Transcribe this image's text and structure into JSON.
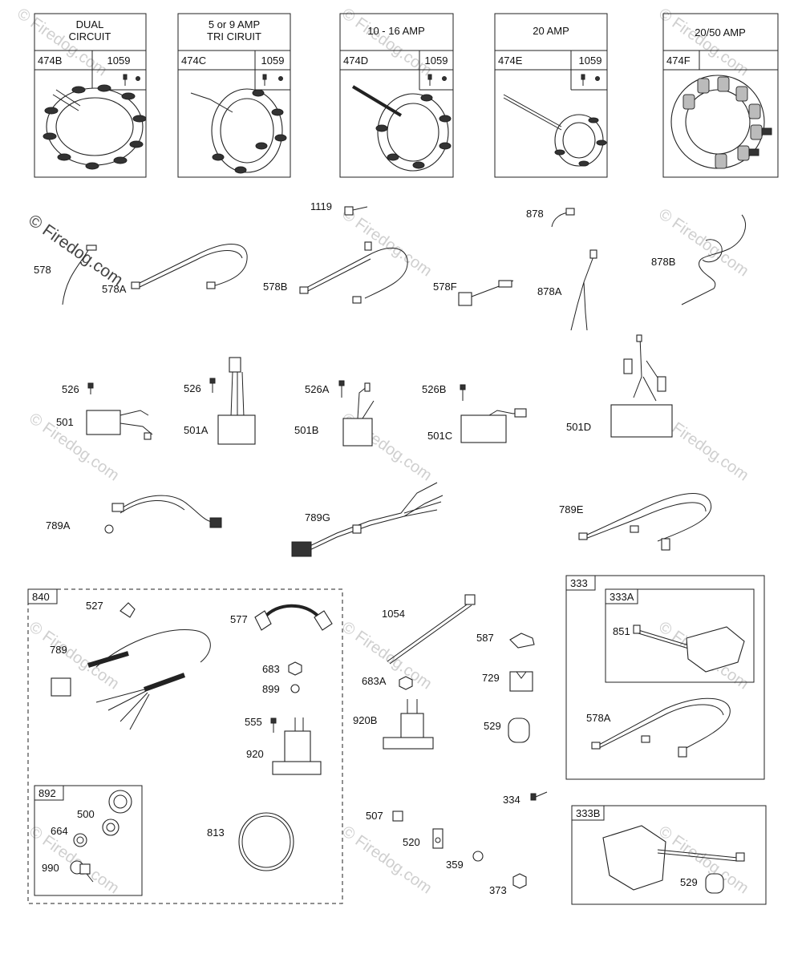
{
  "watermark": "© Firedog.com",
  "stator_boxes": [
    {
      "header": [
        "DUAL",
        "CIRCUIT"
      ],
      "part": "474B",
      "hw": "1059"
    },
    {
      "header": [
        "5 or 9 AMP",
        "TRI CIRUIT"
      ],
      "part": "474C",
      "hw": "1059"
    },
    {
      "header": [
        "10 - 16 AMP"
      ],
      "part": "474D",
      "hw": "1059"
    },
    {
      "header": [
        "20 AMP"
      ],
      "part": "474E",
      "hw": "1059"
    },
    {
      "header": [
        "20/50 AMP"
      ],
      "part": "474F",
      "hw": ""
    }
  ],
  "labels": {
    "p578": "578",
    "p578A_top": "578A",
    "p1119": "1119",
    "p578B": "578B",
    "p578F": "578F",
    "p878": "878",
    "p878A": "878A",
    "p878B": "878B",
    "p526a": "526",
    "p501": "501",
    "p526b": "526",
    "p501A": "501A",
    "p526A": "526A",
    "p501B": "501B",
    "p526B": "526B",
    "p501C": "501C",
    "p501D": "501D",
    "p789A": "789A",
    "p789G": "789G",
    "p789E": "789E",
    "p840": "840",
    "p527": "527",
    "p789": "789",
    "p577": "577",
    "p683": "683",
    "p899": "899",
    "p555": "555",
    "p920": "920",
    "p892": "892",
    "p500": "500",
    "p664": "664",
    "p990": "990",
    "p813": "813",
    "p1054": "1054",
    "p683A": "683A",
    "p920B": "920B",
    "p587": "587",
    "p729": "729",
    "p529": "529",
    "p334": "334",
    "p507": "507",
    "p520": "520",
    "p359": "359",
    "p373": "373",
    "p333": "333",
    "p333A": "333A",
    "p851": "851",
    "p578A": "578A",
    "p333B": "333B",
    "p529b": "529"
  }
}
